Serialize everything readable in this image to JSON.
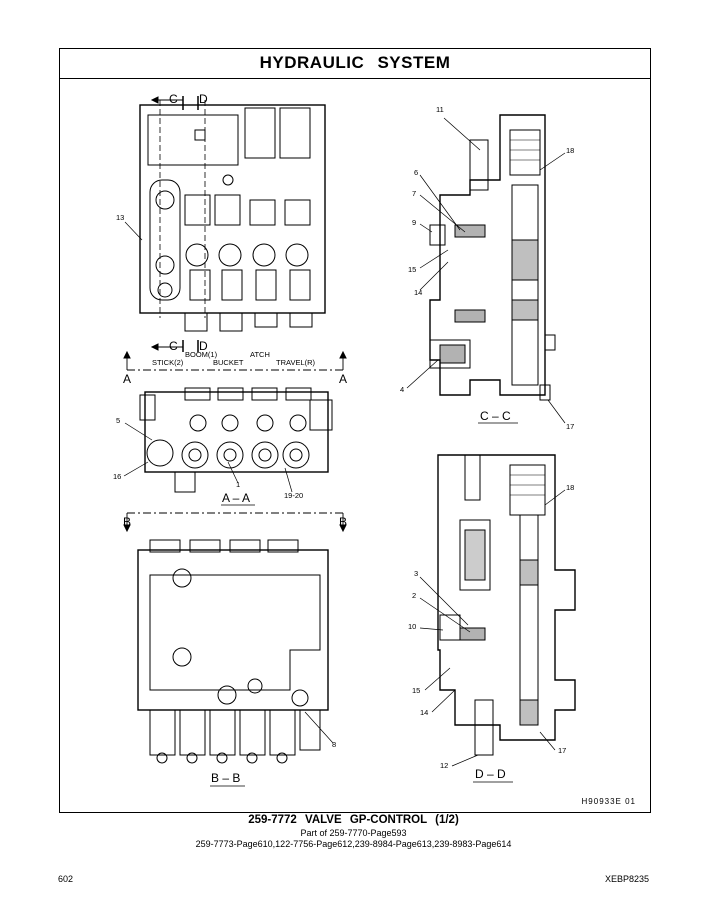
{
  "header": {
    "title": "HYDRAULIC SYSTEM"
  },
  "views": {
    "top": {
      "section_marks": [
        "C",
        "D",
        "C",
        "D"
      ]
    },
    "aa": {
      "section_letter": "A",
      "labels": {
        "boom": "BOOM(1)",
        "atch": "ATCH",
        "stick": "STICK(2)",
        "bucket": "BUCKET",
        "travel": "TRAVEL(R)"
      },
      "caption": "A – A"
    },
    "bb": {
      "section_letter": "B",
      "caption": "B – B"
    },
    "cc": {
      "caption": "C – C"
    },
    "dd": {
      "caption": "D – D"
    }
  },
  "callouts": {
    "c13": "13",
    "c5": "5",
    "c16": "16",
    "c1": "1",
    "c19_20": "19-20",
    "c8": "8",
    "c11": "11",
    "c18a": "18",
    "c6": "6",
    "c7": "7",
    "c9": "9",
    "c15a": "15",
    "c14a": "14",
    "c4": "4",
    "c17a": "17",
    "c18b": "18",
    "c3": "3",
    "c2": "2",
    "c10": "10",
    "c15b": "15",
    "c14b": "14",
    "c17b": "17",
    "c12": "12"
  },
  "figure_ref": "H90933E  01",
  "caption": {
    "line1": "259-7772  VALVE GP-CONTROL (1/2)",
    "line2": "Part of 259-7770-Page593",
    "line3": "259-7773-Page610,122-7756-Page612,239-8984-Page613,239-8983-Page614"
  },
  "footer": {
    "page": "602",
    "doc_id": "XEBP8235"
  }
}
